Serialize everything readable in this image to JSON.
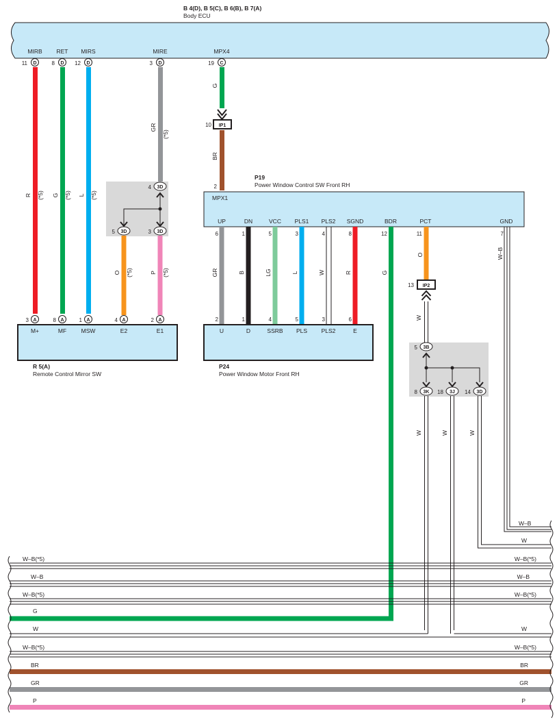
{
  "header": {
    "connectors": "B 4(D), B 5(C), B 6(B), B 7(A)",
    "name": "Body ECU"
  },
  "colors": {
    "red": "#ee1c25",
    "green": "#00a651",
    "blue": "#00aeef",
    "gray": "#939598",
    "orange": "#f7941d",
    "pink": "#f085b8",
    "brown": "#a0522d",
    "black": "#231f20",
    "lightgreen": "#7ecb9b",
    "component_fill": "#c7e9f8",
    "junction_fill": "#d9d9d9"
  },
  "ecu_terminals": [
    {
      "name": "MIRB",
      "pin": "11",
      "conn": "D"
    },
    {
      "name": "RET",
      "pin": "8",
      "conn": "D"
    },
    {
      "name": "MIRS",
      "pin": "12",
      "conn": "D"
    },
    {
      "name": "MIRE",
      "pin": "3",
      "conn": "D"
    },
    {
      "name": "MPX4",
      "pin": "19",
      "conn": "C"
    }
  ],
  "wire_codes": {
    "mirb": "R",
    "ret": "G",
    "mirs": "L",
    "mire": "GR",
    "mpx4": "G",
    "mpx4_lower": "BR",
    "e2": "O",
    "e1": "P",
    "note": "(*5)"
  },
  "ip1": {
    "pin": "10",
    "label": "IP1"
  },
  "p19": {
    "code": "P19",
    "name": "Power Window Control SW Front RH",
    "top_pin": "2",
    "top_terminal": "MPX1",
    "terminals": [
      {
        "name": "UP",
        "pin": "6",
        "wire": "GR"
      },
      {
        "name": "DN",
        "pin": "1",
        "wire": "B"
      },
      {
        "name": "VCC",
        "pin": "5",
        "wire": "LG"
      },
      {
        "name": "PLS1",
        "pin": "3",
        "wire": "L"
      },
      {
        "name": "PLS2",
        "pin": "4",
        "wire": "W"
      },
      {
        "name": "SGND",
        "pin": "8",
        "wire": "R"
      },
      {
        "name": "BDR",
        "pin": "12",
        "wire": "G"
      },
      {
        "name": "PCT",
        "pin": "11",
        "wire": "O"
      },
      {
        "name": "GND",
        "pin": "7",
        "wire": "W–B"
      }
    ]
  },
  "p24": {
    "code": "P24",
    "name": "Power Window Motor Front RH",
    "terminals": [
      {
        "name": "U",
        "pin": "2"
      },
      {
        "name": "D",
        "pin": "1"
      },
      {
        "name": "SSRB",
        "pin": "4"
      },
      {
        "name": "PLS",
        "pin": "5"
      },
      {
        "name": "PLS2",
        "pin": "3"
      },
      {
        "name": "E",
        "pin": "6"
      }
    ]
  },
  "r5": {
    "code": "R 5(A)",
    "name": "Remote Control Mirror SW",
    "terminals": [
      {
        "name": "M+",
        "pin": "3",
        "conn": "A"
      },
      {
        "name": "MF",
        "pin": "8",
        "conn": "A"
      },
      {
        "name": "MSW",
        "pin": "1",
        "conn": "A"
      },
      {
        "name": "E2",
        "pin": "4",
        "conn": "A"
      },
      {
        "name": "E1",
        "pin": "2",
        "conn": "A"
      }
    ]
  },
  "junction_3d": {
    "top": {
      "pin": "4",
      "conn": "3D"
    },
    "left": {
      "pin": "5",
      "conn": "3D"
    },
    "right": {
      "pin": "3",
      "conn": "3D"
    }
  },
  "ip2": {
    "pin": "13",
    "label": "IP2",
    "wire": "W"
  },
  "junction_3b": {
    "top": {
      "pin": "5",
      "conn": "3B"
    },
    "outs": [
      {
        "pin": "8",
        "conn": "3K",
        "wire": "W"
      },
      {
        "pin": "18",
        "conn": "3J",
        "wire": "W"
      },
      {
        "pin": "14",
        "conn": "3D",
        "wire": "W"
      }
    ]
  },
  "harness": {
    "right_labels": [
      "W–B",
      "W"
    ],
    "lines": [
      {
        "left": "W–B(*5)",
        "right": "W–B(*5)"
      },
      {
        "left": "W–B",
        "right": "W–B"
      },
      {
        "left": "W–B(*5)",
        "right": "W–B(*5)"
      },
      {
        "left": "G",
        "right": ""
      },
      {
        "left": "W",
        "right": "W"
      },
      {
        "left": "W–B(*5)",
        "right": "W–B(*5)"
      },
      {
        "left": "BR",
        "right": "BR"
      },
      {
        "left": "GR",
        "right": "GR"
      },
      {
        "left": "P",
        "right": "P"
      }
    ]
  }
}
